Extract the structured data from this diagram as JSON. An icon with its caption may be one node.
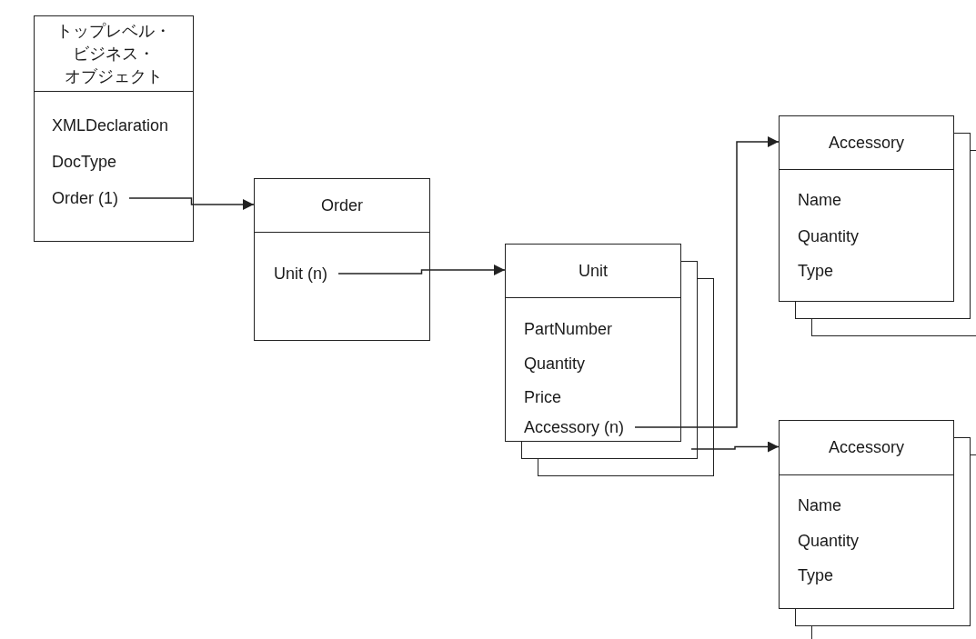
{
  "diagram": {
    "nodes": [
      {
        "text": [
          "トップレベル・ビジネス・オブジェクト"
        ]
      },
      {
        "text": [
          "XMLDeclaration"
        ],
        "in": 0
      },
      {
        "text": [
          "DocType"
        ],
        "in": 0
      },
      {
        "text": [
          "Order (1)"
        ],
        "in": 0
      },
      {
        "text": [
          "Order"
        ]
      },
      {
        "text": [
          "Unit (n)"
        ],
        "in": 4
      },
      {
        "text": [
          "Unit"
        ]
      },
      {
        "text": [
          "PartNumber"
        ],
        "in": 6
      },
      {
        "text": [
          "Quantity"
        ],
        "in": 6
      },
      {
        "text": [
          "Price"
        ],
        "in": 6
      },
      {
        "text": [
          "Accessory (n)"
        ],
        "in": 6
      },
      {
        "text": [
          "Accessory"
        ]
      },
      {
        "text": [
          "Name"
        ],
        "in": 11
      },
      {
        "text": [
          "Quantity"
        ],
        "in": 11
      },
      {
        "text": [
          "Type"
        ],
        "in": 11
      },
      {
        "text": [
          "Accessory"
        ]
      },
      {
        "text": [
          "Name"
        ],
        "in": 15
      },
      {
        "text": [
          "Quantity"
        ],
        "in": 15
      },
      {
        "text": [
          "Type"
        ],
        "in": 15
      }
    ],
    "edges": [
      {
        "from": 3,
        "to": 4,
        "arrow": "to"
      },
      {
        "from": 5,
        "to": 6,
        "arrow": "to"
      },
      {
        "from": 10,
        "to": 11,
        "arrow": "to"
      },
      {
        "from": 6,
        "to": 15,
        "arrow": "to"
      }
    ]
  }
}
